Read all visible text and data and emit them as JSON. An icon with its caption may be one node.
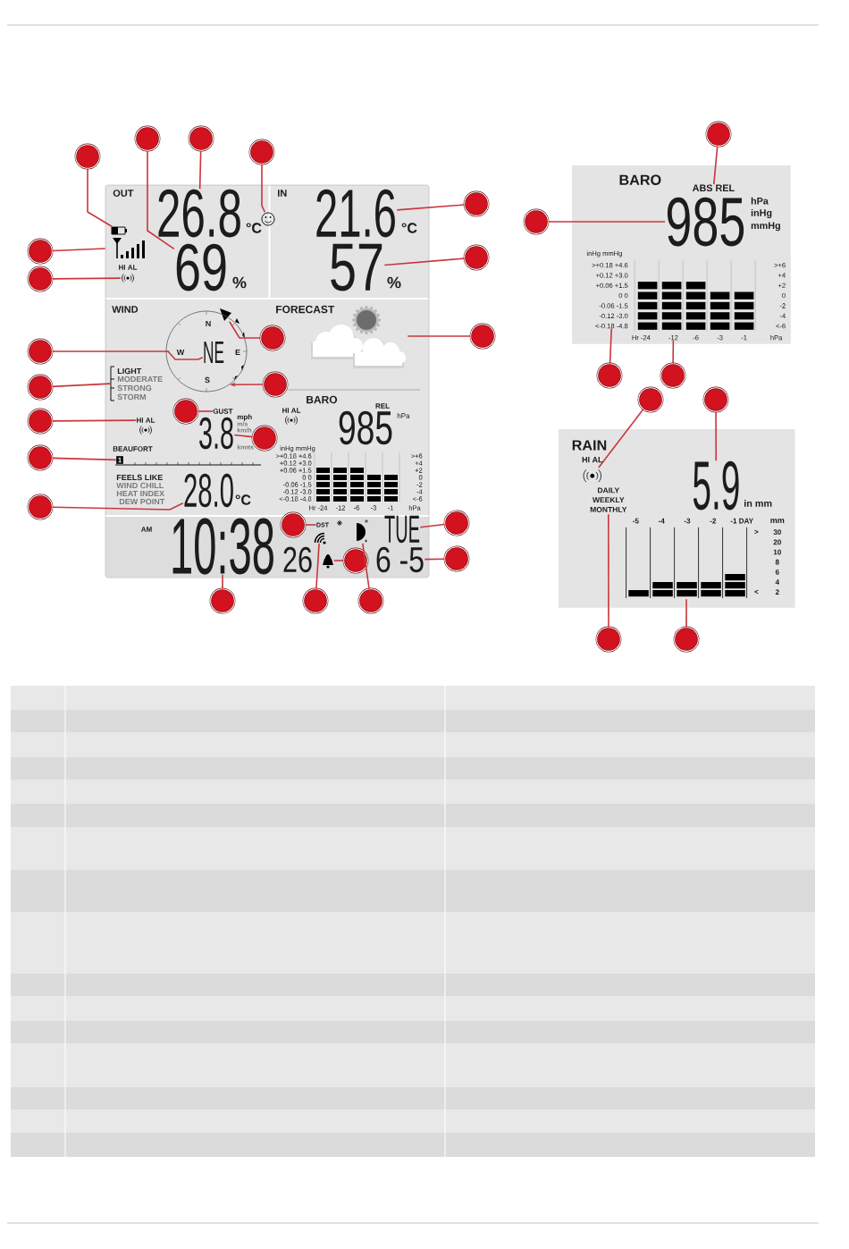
{
  "diagram": {
    "nodes": [
      {
        "text": [],
        "shape": "circle"
      },
      {
        "text": [],
        "shape": "circle"
      },
      {
        "text": [],
        "shape": "circle"
      },
      {
        "text": [],
        "shape": "circle"
      },
      {
        "text": [],
        "shape": "circle"
      },
      {
        "text": [],
        "shape": "circle"
      },
      {
        "text": [],
        "shape": "circle"
      },
      {
        "text": [],
        "shape": "circle"
      },
      {
        "text": [],
        "shape": "circle"
      },
      {
        "text": [],
        "shape": "circle"
      },
      {
        "text": [],
        "shape": "circle"
      },
      {
        "text": [],
        "shape": "circle"
      },
      {
        "text": [],
        "shape": "circle"
      },
      {
        "text": [],
        "shape": "circle"
      },
      {
        "text": [],
        "shape": "circle"
      },
      {
        "text": [],
        "shape": "circle"
      },
      {
        "text": [],
        "shape": "circle"
      },
      {
        "text": [],
        "shape": "circle"
      },
      {
        "text": [],
        "shape": "circle"
      },
      {
        "text": [],
        "shape": "circle"
      },
      {
        "text": [],
        "shape": "circle"
      },
      {
        "text": [],
        "shape": "circle"
      },
      {
        "text": [],
        "shape": "circle"
      },
      {
        "text": [],
        "shape": "circle"
      },
      {
        "text": [],
        "shape": "circle"
      },
      {
        "text": [],
        "shape": "circle"
      },
      {
        "text": [],
        "shape": "circle"
      },
      {
        "text": [],
        "shape": "circle"
      },
      {
        "text": [],
        "shape": "circle"
      },
      {
        "text": [],
        "shape": "circle"
      },
      {
        "text": [],
        "shape": "circle"
      },
      {
        "text": [],
        "shape": "circle"
      },
      {
        "text": [],
        "shape": "circle"
      },
      {
        "text": [],
        "shape": "battery"
      },
      {
        "text": [
          "69"
        ]
      },
      {
        "text": [
          "26.8"
        ]
      },
      {
        "text": [],
        "shape": "smiley"
      },
      {
        "text": [
          "21.6"
        ]
      },
      {
        "text": [
          "57"
        ]
      },
      {
        "text": [],
        "shape": "antenna"
      },
      {
        "text": [],
        "shape": "alarm"
      },
      {
        "text": [],
        "shape": "cloud"
      },
      {
        "text": [],
        "shape": "triangle"
      },
      {
        "text": [
          "N",
          "W",
          "E",
          "S"
        ]
      },
      {
        "text": [
          "NE"
        ],
        "in": 43
      },
      {
        "text": [],
        "shape": "bracket"
      },
      {
        "text": [
          "HI AL"
        ]
      },
      {
        "text": [
          "GUST"
        ]
      },
      {
        "text": [
          "3.8"
        ]
      },
      {
        "text": [
          "1"
        ]
      },
      {
        "text": [
          "28.0"
        ]
      },
      {
        "text": [
          "DST"
        ]
      },
      {
        "text": [
          "TUE"
        ]
      },
      {
        "text": [],
        "shape": "bell"
      },
      {
        "text": [
          "6 -5"
        ]
      },
      {
        "text": [
          "10:38"
        ]
      },
      {
        "text": [],
        "shape": "signal"
      },
      {
        "text": [],
        "shape": "moon"
      },
      {
        "text": [],
        "shape": "alarm"
      },
      {
        "text": [
          "ABS REL"
        ]
      },
      {
        "text": [
          "5.9"
        ]
      },
      {
        "text": [
          "985"
        ]
      },
      {
        "text": [
          "<-0.18 -4.8"
        ]
      },
      {
        "text": [
          "-12"
        ]
      },
      {
        "text": [
          "DAILY",
          "WEEKLY",
          "MONTHLY"
        ]
      },
      {
        "text": [],
        "shape": "bar"
      }
    ],
    "edges": [
      {
        "from": 0,
        "to": 33,
        "arrow": "none"
      },
      {
        "from": 1,
        "to": 34,
        "arrow": "none"
      },
      {
        "from": 2,
        "to": 35,
        "arrow": "none"
      },
      {
        "from": 3,
        "to": 36,
        "arrow": "none"
      },
      {
        "from": 4,
        "to": 37,
        "arrow": "none"
      },
      {
        "from": 5,
        "to": 38,
        "arrow": "none"
      },
      {
        "from": 6,
        "to": 39,
        "arrow": "none"
      },
      {
        "from": 7,
        "to": 40,
        "arrow": "none"
      },
      {
        "from": 8,
        "to": 41,
        "arrow": "none"
      },
      {
        "from": 9,
        "to": 42,
        "arrow": "none"
      },
      {
        "from": 10,
        "to": 44,
        "arrow": "none"
      },
      {
        "from": 11,
        "to": 43,
        "arrow": "to"
      },
      {
        "from": 12,
        "to": 45,
        "arrow": "none"
      },
      {
        "from": 13,
        "to": 46,
        "arrow": "none"
      },
      {
        "from": 14,
        "to": 47,
        "arrow": "none"
      },
      {
        "from": 15,
        "to": 48,
        "arrow": "none"
      },
      {
        "from": 16,
        "to": 49,
        "arrow": "none"
      },
      {
        "from": 17,
        "to": 50,
        "arrow": "none"
      },
      {
        "from": 18,
        "to": 51,
        "arrow": "none"
      },
      {
        "from": 19,
        "to": 52,
        "arrow": "none"
      },
      {
        "from": 20,
        "to": 53,
        "arrow": "none"
      },
      {
        "from": 21,
        "to": 54,
        "arrow": "none"
      },
      {
        "from": 22,
        "to": 55,
        "arrow": "none"
      },
      {
        "from": 23,
        "to": 56,
        "arrow": "none"
      },
      {
        "from": 24,
        "to": 57,
        "arrow": "none"
      },
      {
        "from": 25,
        "to": 58,
        "arrow": "none"
      },
      {
        "from": 26,
        "to": 59,
        "arrow": "none"
      },
      {
        "from": 27,
        "to": 60,
        "arrow": "none"
      },
      {
        "from": 28,
        "to": 61,
        "arrow": "none"
      },
      {
        "from": 29,
        "to": 62,
        "arrow": "none"
      },
      {
        "from": 30,
        "to": 63,
        "arrow": "none"
      },
      {
        "from": 31,
        "to": 64,
        "arrow": "none"
      },
      {
        "from": 32,
        "to": 65,
        "arrow": "none"
      }
    ],
    "labels": [
      "OUT",
      "°C",
      "IN",
      "°C",
      "HI AL",
      "%",
      "%",
      "WIND",
      "FORECAST",
      "LIGHT",
      "MODERATE",
      "STRONG",
      "STORM",
      "BARO",
      "HI AL",
      "REL",
      "hPa",
      "mph",
      "m/s",
      "km/h",
      "knots",
      "985",
      "BEAUFORT",
      "inHg mmHg",
      ">+0.18 +4.6",
      "+0.12 +3.0",
      "+0.06 +1.5",
      "0 0",
      "-0.06 -1.5",
      "-0.12 -3.0",
      "<-0.18 -4.8",
      ">+6",
      "+4",
      "+2",
      "0",
      "-2",
      "-4",
      "<-6",
      "Hr -24",
      "-12",
      "-6",
      "-3",
      "-1",
      "hPa",
      "FEELS LIKE",
      "WIND CHILL",
      "HEAT INDEX",
      "DEW POINT",
      "°C",
      "AM",
      "26",
      "BARO",
      "hPa",
      "inHg",
      "mmHg",
      "inHg mmHg",
      ">+0.18 +4.6",
      "+0.12 +3.0",
      "+0.06 +1.5",
      "0 0",
      "-0.06 -1.5",
      "-0.12 -3.0",
      ">+6",
      "+4",
      "+2",
      "0",
      "-2",
      "-4",
      "<-6",
      "Hr -24",
      "-6",
      "-3",
      "-1",
      "hPa",
      "RAIN",
      "HI AL",
      "in mm",
      "-5",
      "-4",
      "-3",
      "-2",
      "-1 DAY",
      "mm",
      ">",
      "30",
      "20",
      "10",
      "8",
      "6",
      "4",
      "<",
      "2"
    ]
  }
}
